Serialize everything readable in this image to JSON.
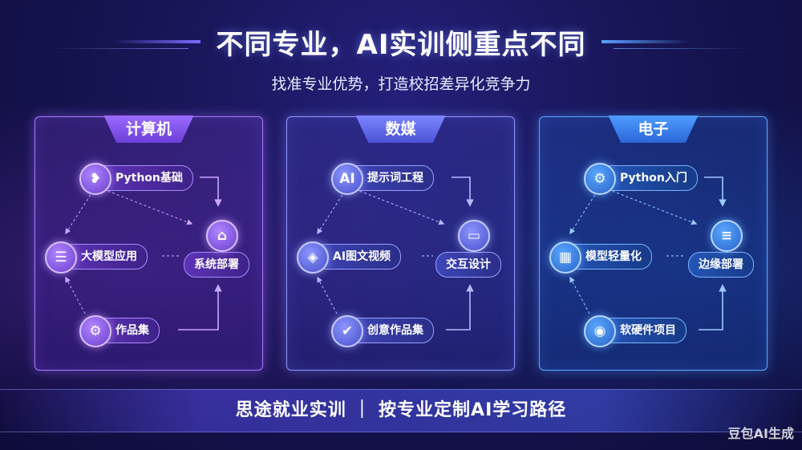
{
  "title": "不同专业，AI实训侧重点不同",
  "subtitle": "找准专业优势，打造校招差异化竞争力",
  "banner": "思途就业实训 ｜ 按专业定制AI学习路径",
  "watermark": "豆包AI生成",
  "colors": {
    "purple": "#a57bff",
    "indigo": "#8e95ff",
    "blue": "#5aa8ff"
  },
  "panels": [
    {
      "title": "计算机",
      "nodes": [
        {
          "label": "Python基础",
          "icon": "python-leaf-icon",
          "glyph": "❥"
        },
        {
          "label": "大模型应用",
          "icon": "layers-icon",
          "glyph": "☰"
        },
        {
          "label": "作品集",
          "icon": "gear-icon",
          "glyph": "⚙"
        },
        {
          "label": "系统部署",
          "icon": "graduation-cap-icon",
          "glyph": "⌂"
        }
      ]
    },
    {
      "title": "数媒",
      "nodes": [
        {
          "label": "提示词工程",
          "icon": "ai-text-icon",
          "glyph": "AI"
        },
        {
          "label": "AI图文视频",
          "icon": "media-icon",
          "glyph": "◈"
        },
        {
          "label": "创意作品集",
          "icon": "bag-check-icon",
          "glyph": "✔"
        },
        {
          "label": "交互设计",
          "icon": "tablet-icon",
          "glyph": "▭"
        }
      ]
    },
    {
      "title": "电子",
      "nodes": [
        {
          "label": "Python入门",
          "icon": "gear-icon",
          "glyph": "⚙"
        },
        {
          "label": "模型轻量化",
          "icon": "chip-icon",
          "glyph": "▦"
        },
        {
          "label": "软硬件项目",
          "icon": "target-icon",
          "glyph": "◉"
        },
        {
          "label": "边缘部署",
          "icon": "document-icon",
          "glyph": "≡"
        }
      ]
    }
  ]
}
